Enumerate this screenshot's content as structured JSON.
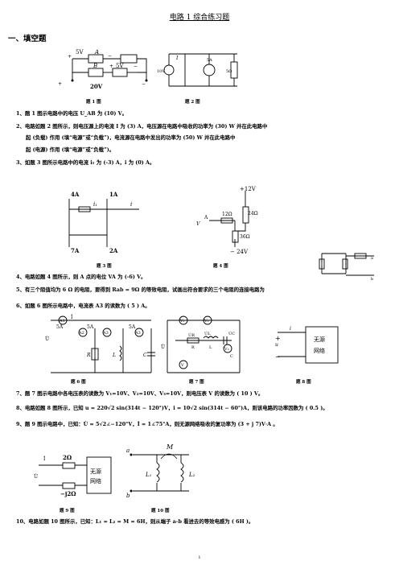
{
  "document": {
    "title": "电路 1 综合练习题",
    "section": "一、填空题",
    "page_number": "1"
  },
  "figures": {
    "f1": {
      "caption": "题 1 图",
      "labels": {
        "v5a": "5V",
        "a": "A",
        "b": "B",
        "v5b": "5V",
        "v20": "20V",
        "plus": "+",
        "minus": "−"
      }
    },
    "f2": {
      "caption": "题 2 图",
      "labels": {
        "i": "I",
        "v10": "10V",
        "a5": "5A",
        "r5": "5Ω"
      }
    },
    "f3": {
      "caption": "题 3 图",
      "labels": {
        "a4": "4A",
        "a1": "1A",
        "a7": "7A",
        "a2": "2A",
        "i1": "i₁",
        "i": "i"
      }
    },
    "f4": {
      "caption": "题 4 图",
      "labels": {
        "v12": "+12V",
        "r12": "12Ω",
        "r24": "24Ω",
        "r36": "36Ω",
        "vn24": "− 24V",
        "va": "V",
        "a": "A"
      }
    },
    "f5": {
      "labels": {
        "a": "a",
        "b": "b"
      }
    },
    "f6": {
      "caption": "题 6 图",
      "labels": {
        "a1": "A1",
        "a2": "A2",
        "a3": "A3",
        "top5": "5A",
        "a15": "5A",
        "a25": "5A",
        "r": "R",
        "l": "L",
        "c": "C",
        "u": "U̇",
        "i": "İ"
      }
    },
    "f7": {
      "caption": "题 7 图",
      "labels": {
        "v1": "V₁",
        "v2": "V₂",
        "v3": "V₃",
        "v": "V",
        "u": "U̇",
        "ur": "U̇R",
        "ul": "U̇L",
        "uc": "U̇C",
        "r": "R",
        "l": "L",
        "c": "C"
      }
    },
    "f8": {
      "caption": "题 8 图",
      "labels": {
        "net1": "无源",
        "net2": "网络",
        "i": "i",
        "u": "u"
      }
    },
    "f9": {
      "caption": "题 9 图",
      "labels": {
        "r2": "2Ω",
        "xc": "−j2Ω",
        "net1": "无源",
        "net2": "网络",
        "i": "İ",
        "u": "U̇"
      }
    },
    "f10": {
      "caption": "题 10 图",
      "labels": {
        "m": "M",
        "a": "a",
        "b": "b",
        "l1": "L₁",
        "l2": "L₂"
      }
    }
  },
  "questions": [
    {
      "id": "q1",
      "text": "1、题 1 图示电路中的电压 U_AB 为   (10) V。"
    },
    {
      "id": "q2a",
      "text": "2、电路如题 2 图所示，则电压源上的电流 I 为 (3) A，电压源在电路中吸收的功率为 (30) W 并在此电路中"
    },
    {
      "id": "q2b",
      "text": "起 (负载) 作用 (填“电源”或“负载”)，电流源在电路中发出的功率为 (50) W 并在此电路中"
    },
    {
      "id": "q2c",
      "text": "起 (电源) 作用 (填“电源”或“负载”)。"
    },
    {
      "id": "q3",
      "text": "3、如题 3 图所示电路中的电流 i₁ 为 (-3) A，i 为 (0)  A。"
    },
    {
      "id": "q4",
      "text": "4、电路如题 4 图所示，则 A 点的电位 VA 为 (-6) V。"
    },
    {
      "id": "q5",
      "text": "5、有三个阻值均为 6 Ω 的电阻，要得到 Rab = 9Ω 的等效电阻，试画出符合要求的三个电阻的连接电路为"
    },
    {
      "id": "q6",
      "text": "6、如题 6 图所示电路中，电流表 A3 的读数为 (   5    ) A。"
    },
    {
      "id": "q7",
      "text": "7、题 7 图示电路中各电压表的读数为 V₁=10V、V₂=10V、V₃=10V，则电压表 V 的读数为  ( 10  ) V。"
    },
    {
      "id": "q8",
      "text": "8、电路如题 8 图所示，已知 u = 220√2 sin(314t − 120°)V，i = 10√2 sin(314t − 60°)A，则该电路的功率因数为 ( 0.5  )。"
    },
    {
      "id": "q9",
      "text": "9、题 9 图示电路中，已知：U̇ = 5√2∠−120°V，İ = 1∠75°A，则无源网络吸收的复功率为 (3 + j 7)V·A 。"
    },
    {
      "id": "q10",
      "text": "10、电路如题 10 图所示，已知：L₁ = L₂ = M = 6H，则从端子 a-b 看进去的等效电感为 (   6H   )。"
    }
  ]
}
